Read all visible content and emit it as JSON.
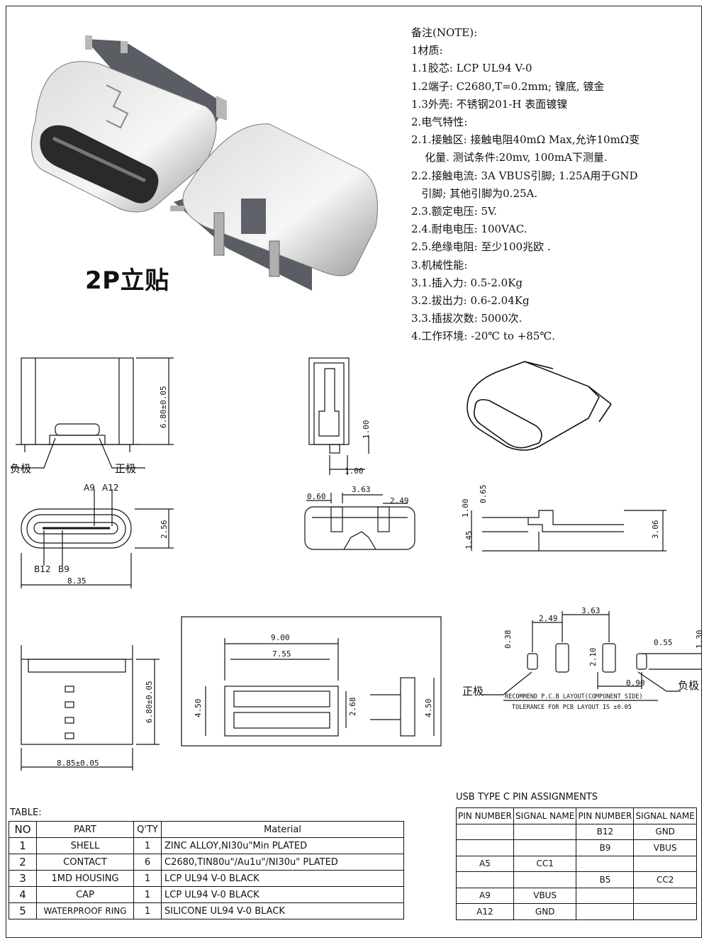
{
  "notes": [
    "备注(NOTE):",
    "1材质:",
    "1.1胶芯: LCP UL94 V-0",
    "1.2端子: C2680,T=0.2mm; 镍底, 镀金",
    "1.3外壳: 不锈钢201-H 表面镀镍",
    "2.电气特性:",
    "2.1.接触区: 接触电阻40mΩ Max,允许10mΩ变",
    "    化量. 测试条件:20mv, 100mA下测量.",
    "2.2.接触电流: 3A VBUS引脚; 1.25A用于GND",
    "   引脚; 其他引脚为0.25A.",
    "2.3.额定电压: 5V.",
    "2.4.耐电电压: 100VAC.",
    "2.5.绝缘电阻: 至少100兆欧 .",
    "3.机械性能:",
    "3.1.插入力: 0.5-2.0Kg",
    "3.2.拔出力: 0.6-2.04Kg",
    "3.3.插拔次数: 5000次.",
    "4.工作环境: -20℃ to +85℃."
  ],
  "product_title": "2P立贴",
  "drawing": {
    "front_height": "6.80±0.05",
    "neg_label": "负极",
    "pos_label": "正极",
    "side_dim": "1.00",
    "side_dim_bottom": "1.00",
    "pin_a9": "A9",
    "pin_a12": "A12",
    "pin_b12": "B12",
    "pin_b9": "B9",
    "port_height": "2.56",
    "port_width": "8.35",
    "top_dim_060": "0.60",
    "top_dim_363": "3.63",
    "top_dim_249": "2.49",
    "side_065": "0.65",
    "side_100": "1.00",
    "side_145": "1.45",
    "side_306": "3.06",
    "body_height": "6.80±0.05",
    "body_width": "8.85±0.05",
    "bot_900": "9.00",
    "bot_755": "7.55",
    "bot_450_left": "4.50",
    "bot_268": "2.68",
    "bot_450_right": "4.50",
    "pcb_363": "3.63",
    "pcb_249": "2.49",
    "pcb_038": "0.38",
    "pcb_210": "2.10",
    "pcb_130": "1.30",
    "pcb_055": "0.55",
    "pcb_090": "0.90",
    "pcb_pos": "正极",
    "pcb_neg": "负极",
    "pcb_caption1": "RECOMMEND P.C.B LAYOUT(COMPONENT SIDE)",
    "pcb_caption2": "TOLERANCE FOR PCB LAYOUT IS ±0.05"
  },
  "bom": {
    "title": "TABLE:",
    "headers": [
      "NO",
      "PART",
      "Q'TY",
      "Material"
    ],
    "rows": [
      [
        "1",
        "SHELL",
        "1",
        "ZINC ALLOY,NI30u\"Min PLATED"
      ],
      [
        "2",
        "CONTACT",
        "6",
        "C2680,TIN80u\"/Au1u\"/NI30u\" PLATED"
      ],
      [
        "3",
        "1MD HOUSING",
        "1",
        "LCP UL94 V-0 BLACK"
      ],
      [
        "4",
        "CAP",
        "1",
        "LCP UL94 V-0 BLACK"
      ],
      [
        "5",
        "WATERPROOF RING",
        "1",
        "SILICONE UL94 V-0 BLACK"
      ]
    ]
  },
  "pins": {
    "title": "USB TYPE C PIN ASSIGNMENTS",
    "headers": [
      "PIN NUMBER",
      "SIGNAL NAME",
      "PIN NUMBER",
      "SIGNAL NAME"
    ],
    "rows": [
      [
        "",
        "",
        "B12",
        "GND"
      ],
      [
        "",
        "",
        "B9",
        "VBUS"
      ],
      [
        "A5",
        "CC1",
        "",
        ""
      ],
      [
        "",
        "",
        "B5",
        "CC2"
      ],
      [
        "A9",
        "VBUS",
        "",
        ""
      ],
      [
        "A12",
        "GND",
        "",
        ""
      ]
    ]
  }
}
